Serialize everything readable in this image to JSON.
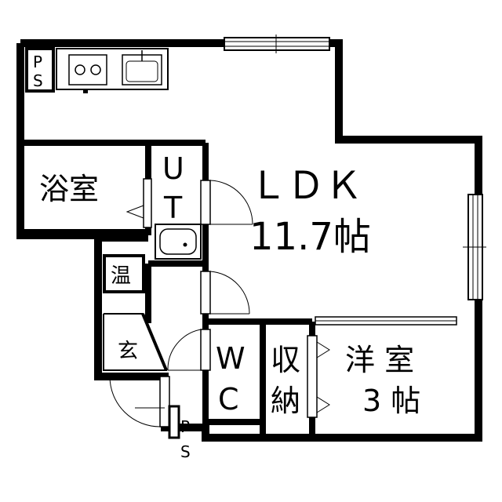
{
  "labels": {
    "ldk": "ＬＤＫ",
    "ldk_size": "11.7帖",
    "bath": "浴室",
    "ut_u": "U",
    "ut_t": "T",
    "onsui": "温",
    "genkan": "玄",
    "wc_w": "W",
    "wc_c": "C",
    "shuno_1": "収",
    "shuno_2": "納",
    "yoshitsu": "洋 室",
    "yoshitsu_size": "3 帖",
    "ps_top_p": "P",
    "ps_top_s": "S",
    "ps_bottom_p": "P",
    "ps_bottom_s": "S"
  }
}
